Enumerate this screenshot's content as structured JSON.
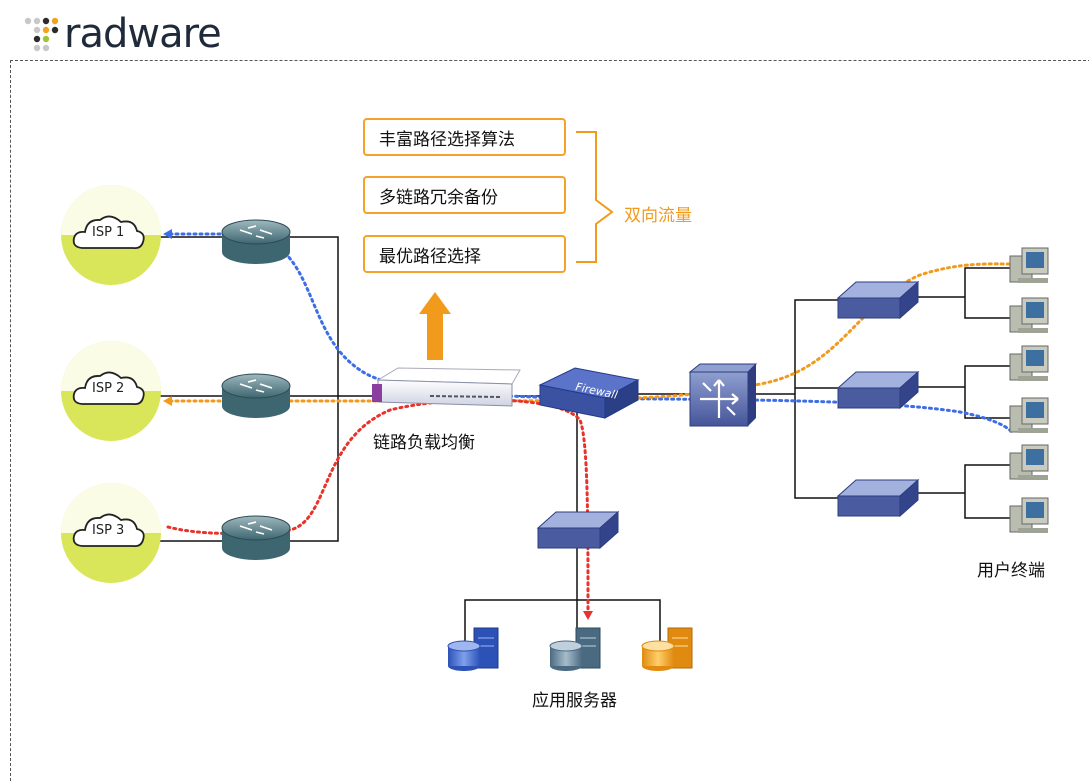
{
  "logo": {
    "text": "radware"
  },
  "features": [
    {
      "label": "丰富路径选择算法"
    },
    {
      "label": "多链路冗余备份"
    },
    {
      "label": "最优路径选择"
    }
  ],
  "bidirectional_label": "双向流量",
  "isps": [
    {
      "label": "ISP 1"
    },
    {
      "label": "ISP 2"
    },
    {
      "label": "ISP 3"
    }
  ],
  "load_balancer_label": "链路负载均衡",
  "firewall_label": "Firewall",
  "app_servers_label": "应用服务器",
  "user_terminals_label": "用户终端",
  "colors": {
    "accent": "#f6a12a",
    "isp_yellow": "#d9e65a",
    "flow_blue": "#3d6ee8",
    "flow_red": "#e8322a",
    "flow_orange": "#f29a1c"
  }
}
